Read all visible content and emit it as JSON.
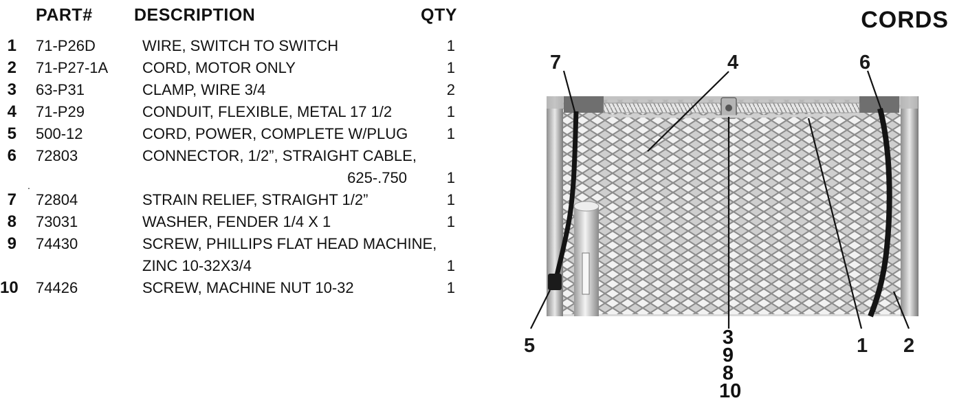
{
  "table": {
    "headers": {
      "part": "PART#",
      "description": "DESCRIPTION",
      "qty": "QTY"
    },
    "rows": [
      {
        "num": "1",
        "part": "71-P26D",
        "desc": "WIRE, SWITCH TO SWITCH",
        "qty": "1"
      },
      {
        "num": "2",
        "part": "71-P27-1A",
        "desc": "CORD, MOTOR ONLY",
        "qty": "1"
      },
      {
        "num": "3",
        "part": "63-P31",
        "desc": "CLAMP, WIRE 3/4",
        "qty": "2"
      },
      {
        "num": "4",
        "part": "71-P29",
        "desc": "CONDUIT, FLEXIBLE, METAL 17 1/2",
        "qty": "1"
      },
      {
        "num": "5",
        "part": "500-12",
        "desc": "CORD, POWER, COMPLETE W/PLUG",
        "qty": "1"
      },
      {
        "num": "6",
        "part": "72803",
        "desc": "CONNECTOR, 1/2”, STRAIGHT CABLE,",
        "desc2": "625-.750",
        "qty": "1"
      },
      {
        "num": "7",
        "part": "72804",
        "desc": "STRAIN RELIEF, STRAIGHT 1/2”",
        "qty": "1"
      },
      {
        "num": "8",
        "part": "73031",
        "desc": "WASHER, FENDER 1/4 X 1",
        "qty": "1"
      },
      {
        "num": "9",
        "part": "74430",
        "desc": "SCREW, PHILLIPS FLAT HEAD MACHINE,",
        "desc2": "ZINC 10-32X3/4",
        "qty": "1"
      },
      {
        "num": "10",
        "part": "74426",
        "desc": "SCREW, MACHINE NUT 10-32",
        "qty": "1"
      }
    ]
  },
  "section_title": "CORDS",
  "callouts": {
    "c7": "7",
    "c4": "4",
    "c6": "6",
    "c5": "5",
    "c1": "1",
    "c2": "2",
    "stack": [
      "3",
      "9",
      "8",
      "10"
    ]
  },
  "colors": {
    "frame": "#b9b9b9",
    "mesh_bg": "#d6d6d6",
    "cord": "#141414"
  }
}
